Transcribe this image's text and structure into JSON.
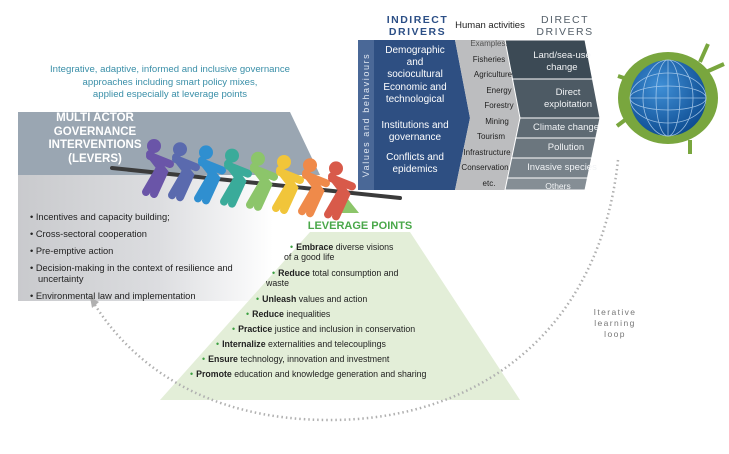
{
  "intro": {
    "lines": [
      "Integrative, adaptive, informed and inclusive governance",
      "approaches including smart policy mixes,",
      "applied especially at leverage points"
    ]
  },
  "levers": {
    "title_lines": [
      "MULTI ACTOR",
      "GOVERNANCE INTERVENTIONS",
      "(LEVERS)"
    ],
    "items": [
      "• Incentives and capacity building;",
      "• Cross-sectoral cooperation",
      "•  Pre-emptive action",
      "• Decision-making in the context of resilience and uncertainty",
      "• Environmental law and implementation"
    ],
    "figure_colors": [
      "#6a55a8",
      "#5a6aae",
      "#2f8fd0",
      "#3aab9a",
      "#8cc56a",
      "#f1c53a",
      "#ef8a4a",
      "#d85a4a"
    ]
  },
  "leverage_points": {
    "title": "LEVERAGE POINTS",
    "items": [
      {
        "bold": "Embrace",
        "rest": " diverse visions",
        "cont": "of a good life",
        "boldword2": "diverse"
      },
      {
        "bold": "Reduce",
        "rest": " total consumption and",
        "cont": "waste"
      },
      {
        "bold": "Unleash",
        "rest": " values and action"
      },
      {
        "bold": "Reduce",
        "rest": " inequalities"
      },
      {
        "bold": "Practice",
        "rest": " justice and inclusion in conservation"
      },
      {
        "bold": "Internalize",
        "rest": " externalities and telecouplings"
      },
      {
        "bold": "Ensure",
        "rest": " technology, innovation and investment"
      },
      {
        "bold": "Promote",
        "rest": " education and knowledge generation and sharing"
      }
    ]
  },
  "drivers": {
    "indirect_header": [
      "INDIRECT",
      "DRIVERS"
    ],
    "human_header": "Human activities",
    "direct_header": [
      "DIRECT",
      "DRIVERS"
    ],
    "values_label": "Values and behaviours",
    "indirect_items": [
      [
        "Demographic",
        "and",
        "sociocultural"
      ],
      [
        "Economic and",
        "technological"
      ],
      [
        "Institutions and",
        "governance"
      ],
      [
        "Conflicts and",
        "epidemics"
      ]
    ],
    "human_items": [
      "Examples:",
      "Fisheries",
      "Agriculture",
      "Energy",
      "Forestry",
      "Mining",
      "Tourism",
      "Infrastructure",
      "Conservation",
      "etc."
    ],
    "direct_items": [
      [
        "Land/sea-use",
        "change"
      ],
      [
        "Direct",
        "exploitation"
      ],
      [
        "Climate change"
      ],
      [
        "Pollution"
      ],
      [
        "Invasive species"
      ],
      [
        "Others"
      ]
    ],
    "colors": {
      "indirect": "#2e4f82",
      "human": "#bcbdbf",
      "direct": [
        "#3c4a55",
        "#4d5a64",
        "#5e6a73",
        "#6b767e",
        "#78828a",
        "#858e95"
      ]
    }
  },
  "loop": {
    "label_lines": [
      "Iterative",
      "learning",
      "loop"
    ]
  }
}
